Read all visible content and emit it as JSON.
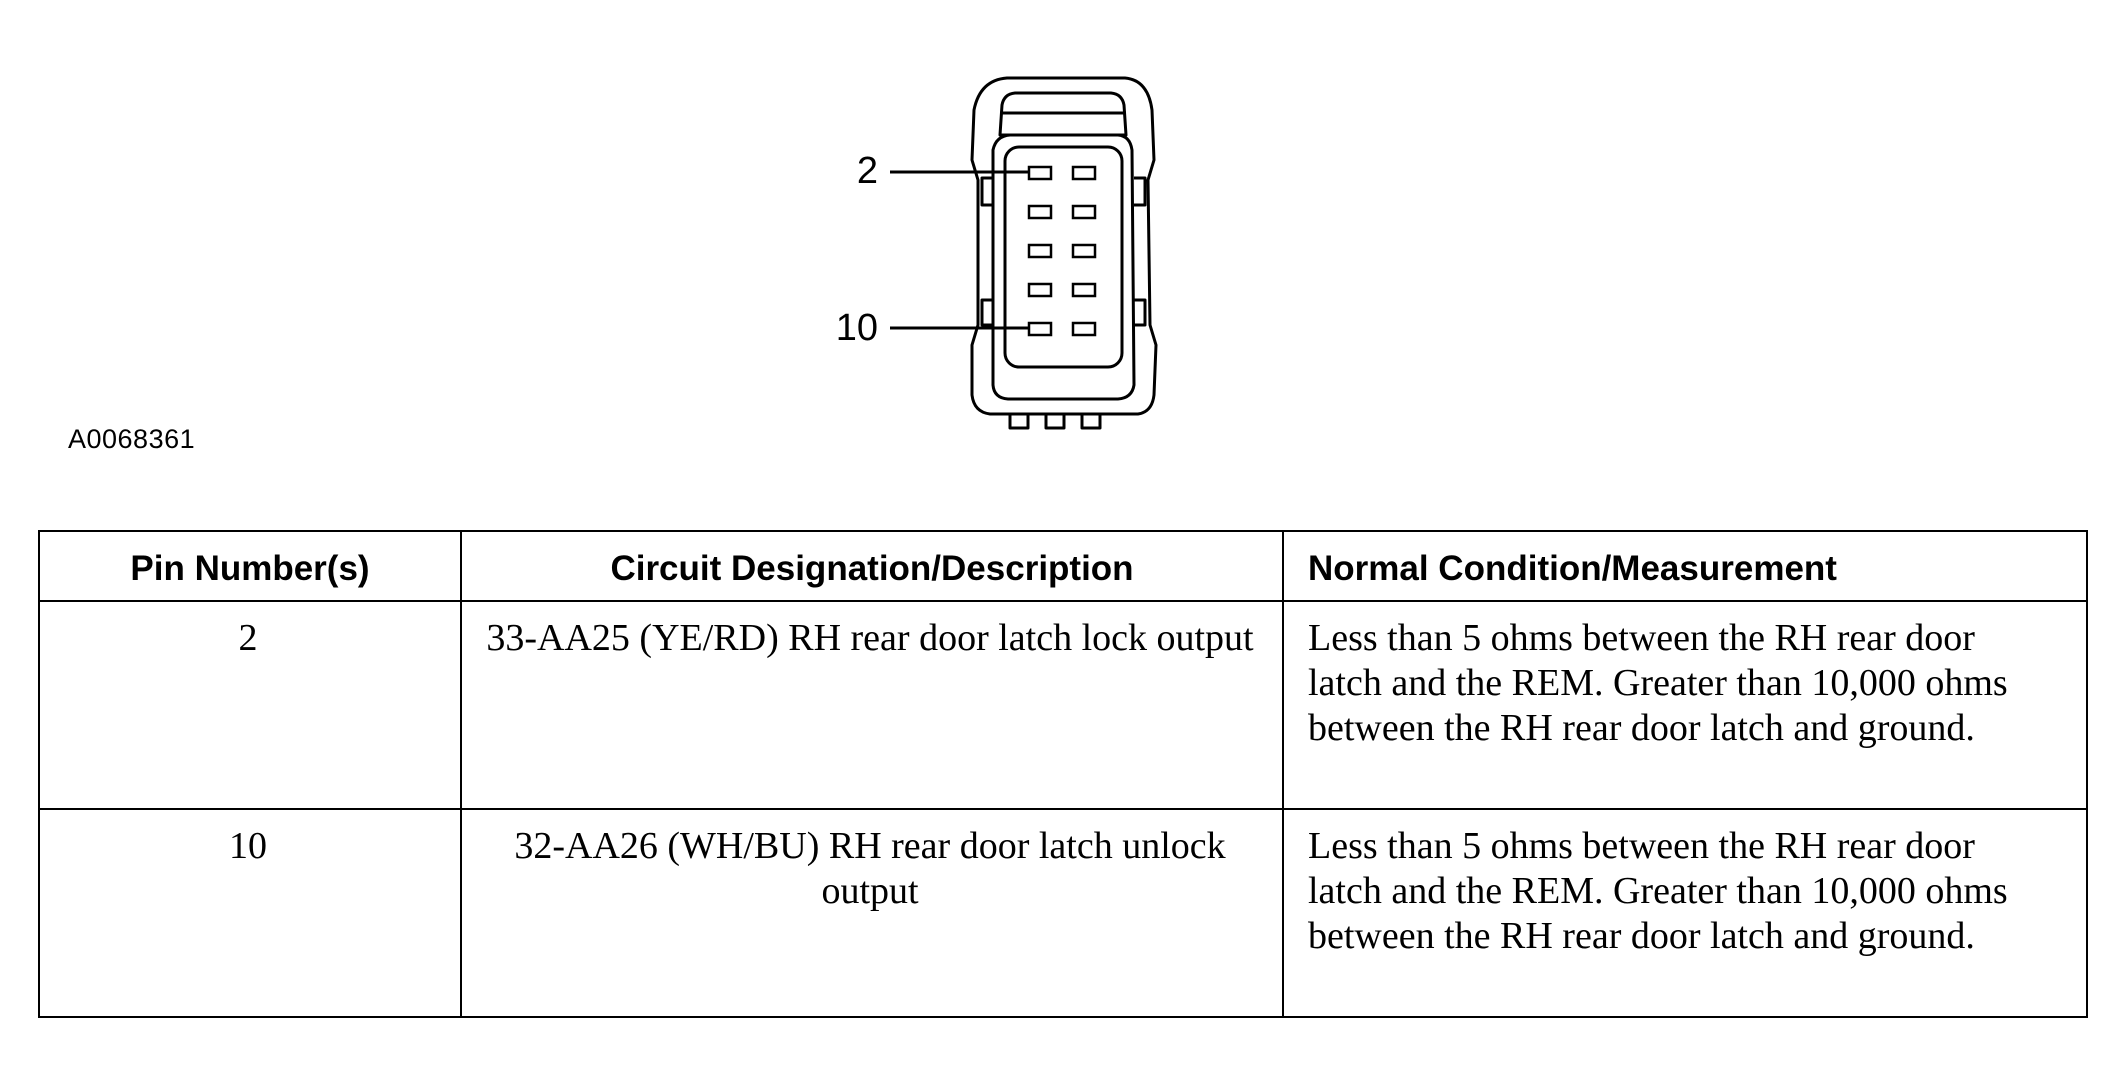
{
  "figure": {
    "id": "A0068361",
    "callouts": [
      {
        "label": "2",
        "pin": 2
      },
      {
        "label": "10",
        "pin": 10
      }
    ]
  },
  "table": {
    "headers": {
      "pin": "Pin Number(s)",
      "circuit": "Circuit Designation/Description",
      "condition": "Normal Condition/Measurement"
    },
    "rows": [
      {
        "pin": "2",
        "circuit": "33-AA25 (YE/RD) RH rear door latch lock output",
        "condition": "Less than 5 ohms between the RH rear door latch and the REM. Greater than 10,000 ohms between the RH rear door latch and ground."
      },
      {
        "pin": "10",
        "circuit": "32-AA26 (WH/BU) RH rear door latch unlock output",
        "condition": "Less than 5 ohms between the RH rear door latch and the REM. Greater than 10,000 ohms between the RH rear door latch and ground."
      }
    ]
  }
}
